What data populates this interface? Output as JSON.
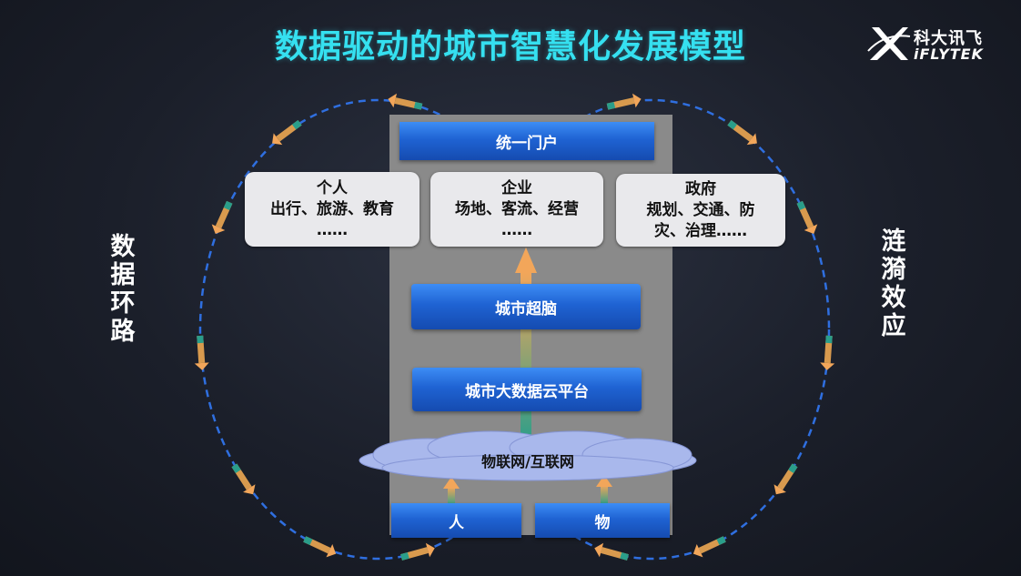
{
  "title": "数据驱动的城市智慧化发展模型",
  "logo": {
    "cn": "科大讯飞",
    "en": "iFLYTEK"
  },
  "left_label": [
    "数",
    "据",
    "环",
    "路"
  ],
  "right_label": [
    "涟",
    "漪",
    "效",
    "应"
  ],
  "portal": "统一门户",
  "cards": [
    {
      "lines": [
        "个人",
        "出行、旅游、教育",
        "……"
      ]
    },
    {
      "lines": [
        "企业",
        "场地、客流、经营",
        "……"
      ]
    },
    {
      "lines": [
        "政府",
        "规划、交通、防",
        "灾、治理……"
      ]
    }
  ],
  "brain": "城市超脑",
  "platform": "城市大数据云平台",
  "network": "物联网/互联网",
  "bottom": {
    "people": "人",
    "things": "物"
  },
  "colors": {
    "title": "#35e0f0",
    "blue": "#1f63d3",
    "card": "#e9e9ec",
    "column": "#8a8a8a",
    "orbit": "#2f6fe0",
    "arrow": "#f0a24a"
  }
}
